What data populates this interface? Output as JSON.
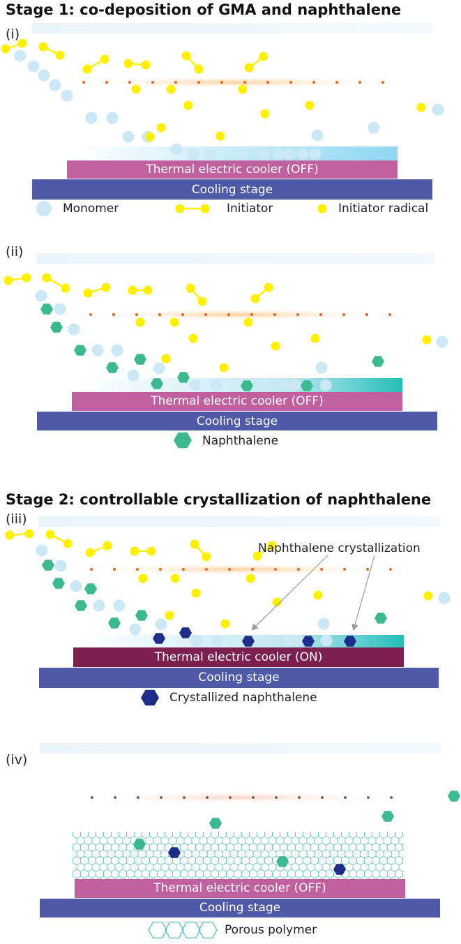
{
  "stage1": {
    "title": "Stage 1: co-deposition of GMA and naphthalene"
  },
  "stage2": {
    "title": "Stage 2: controllable crystallization of naphthalene"
  },
  "panels": {
    "i": {
      "label": "(i)",
      "cooler": "Thermal electric cooler (OFF)",
      "stage": "Cooling stage"
    },
    "ii": {
      "label": "(ii)",
      "cooler": "Thermal electric cooler (OFF)",
      "stage": "Cooling stage"
    },
    "iii": {
      "label": "(iii)",
      "cooler": "Thermal electric cooler (ON)",
      "stage": "Cooling stage",
      "annotation": "Naphthalene crystallization"
    },
    "iv": {
      "label": "(iv)",
      "cooler": "Thermal electric cooler (OFF)",
      "stage": "Cooling stage"
    }
  },
  "legend": {
    "monomer": "Monomer",
    "initiator": "Initiator",
    "initiator_radical": "Initiator radical",
    "naphthalene": "Naphthalene",
    "crystallized_naphthalene": "Crystallized naphthalene",
    "porous_polymer": "Porous polymer"
  },
  "colors": {
    "monomer": "#cce8f6",
    "initiator": "#fff000",
    "naphthalene": "#3cb98e",
    "crystallized": "#1f2d8a",
    "cooler_off": "#c0609e",
    "cooler_on": "#7d2050",
    "cooling_stage": "#4e5aa8",
    "filament_dot": "#e8641e",
    "filament_glow": "#fde3c4",
    "film": "#8fd6f2",
    "film_naph": "#35c2bd",
    "polymer_mesh": "#5fc5c0"
  }
}
